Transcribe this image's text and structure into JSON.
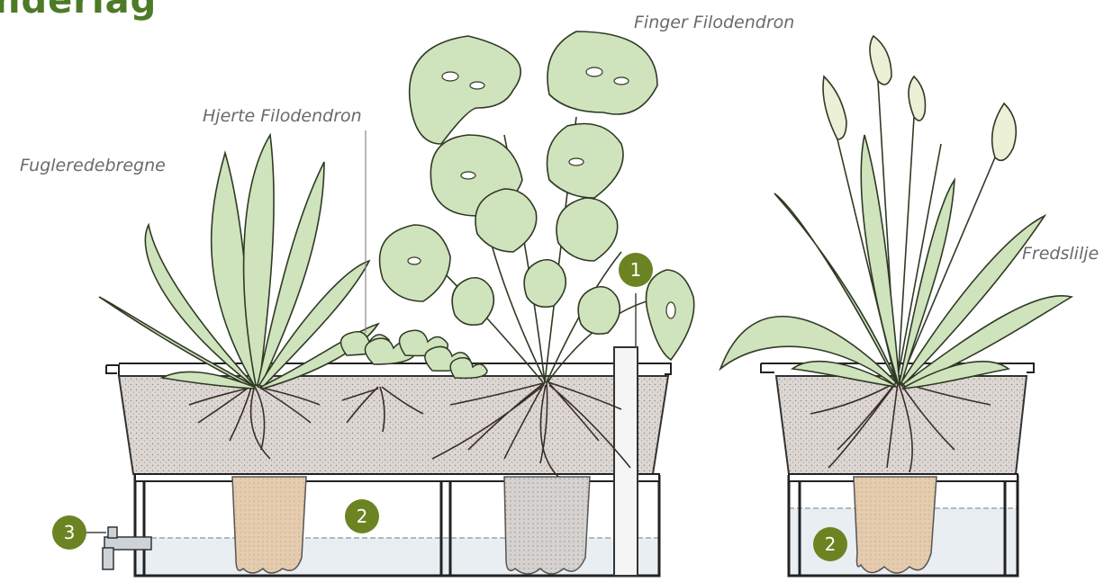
{
  "heading": "nderlag",
  "labels": {
    "finger": "Finger Filodendron",
    "hjerte": "Hjerte Filodendron",
    "fugl": "Fugleredebregne",
    "freds": "Fredslilje"
  },
  "callouts": {
    "water_level_indicator": "1",
    "water_reservoir_left": "2",
    "water_reservoir_right": "2",
    "drain_tap": "3"
  },
  "colors": {
    "heading": "#4d7a26",
    "badge": "#6c8322",
    "leaf": "#cfe3bd",
    "leaf_dark": "#9cc089",
    "soil": "#dcd6d3",
    "water": "#e9eef3",
    "wick": "#e3c8a9"
  }
}
